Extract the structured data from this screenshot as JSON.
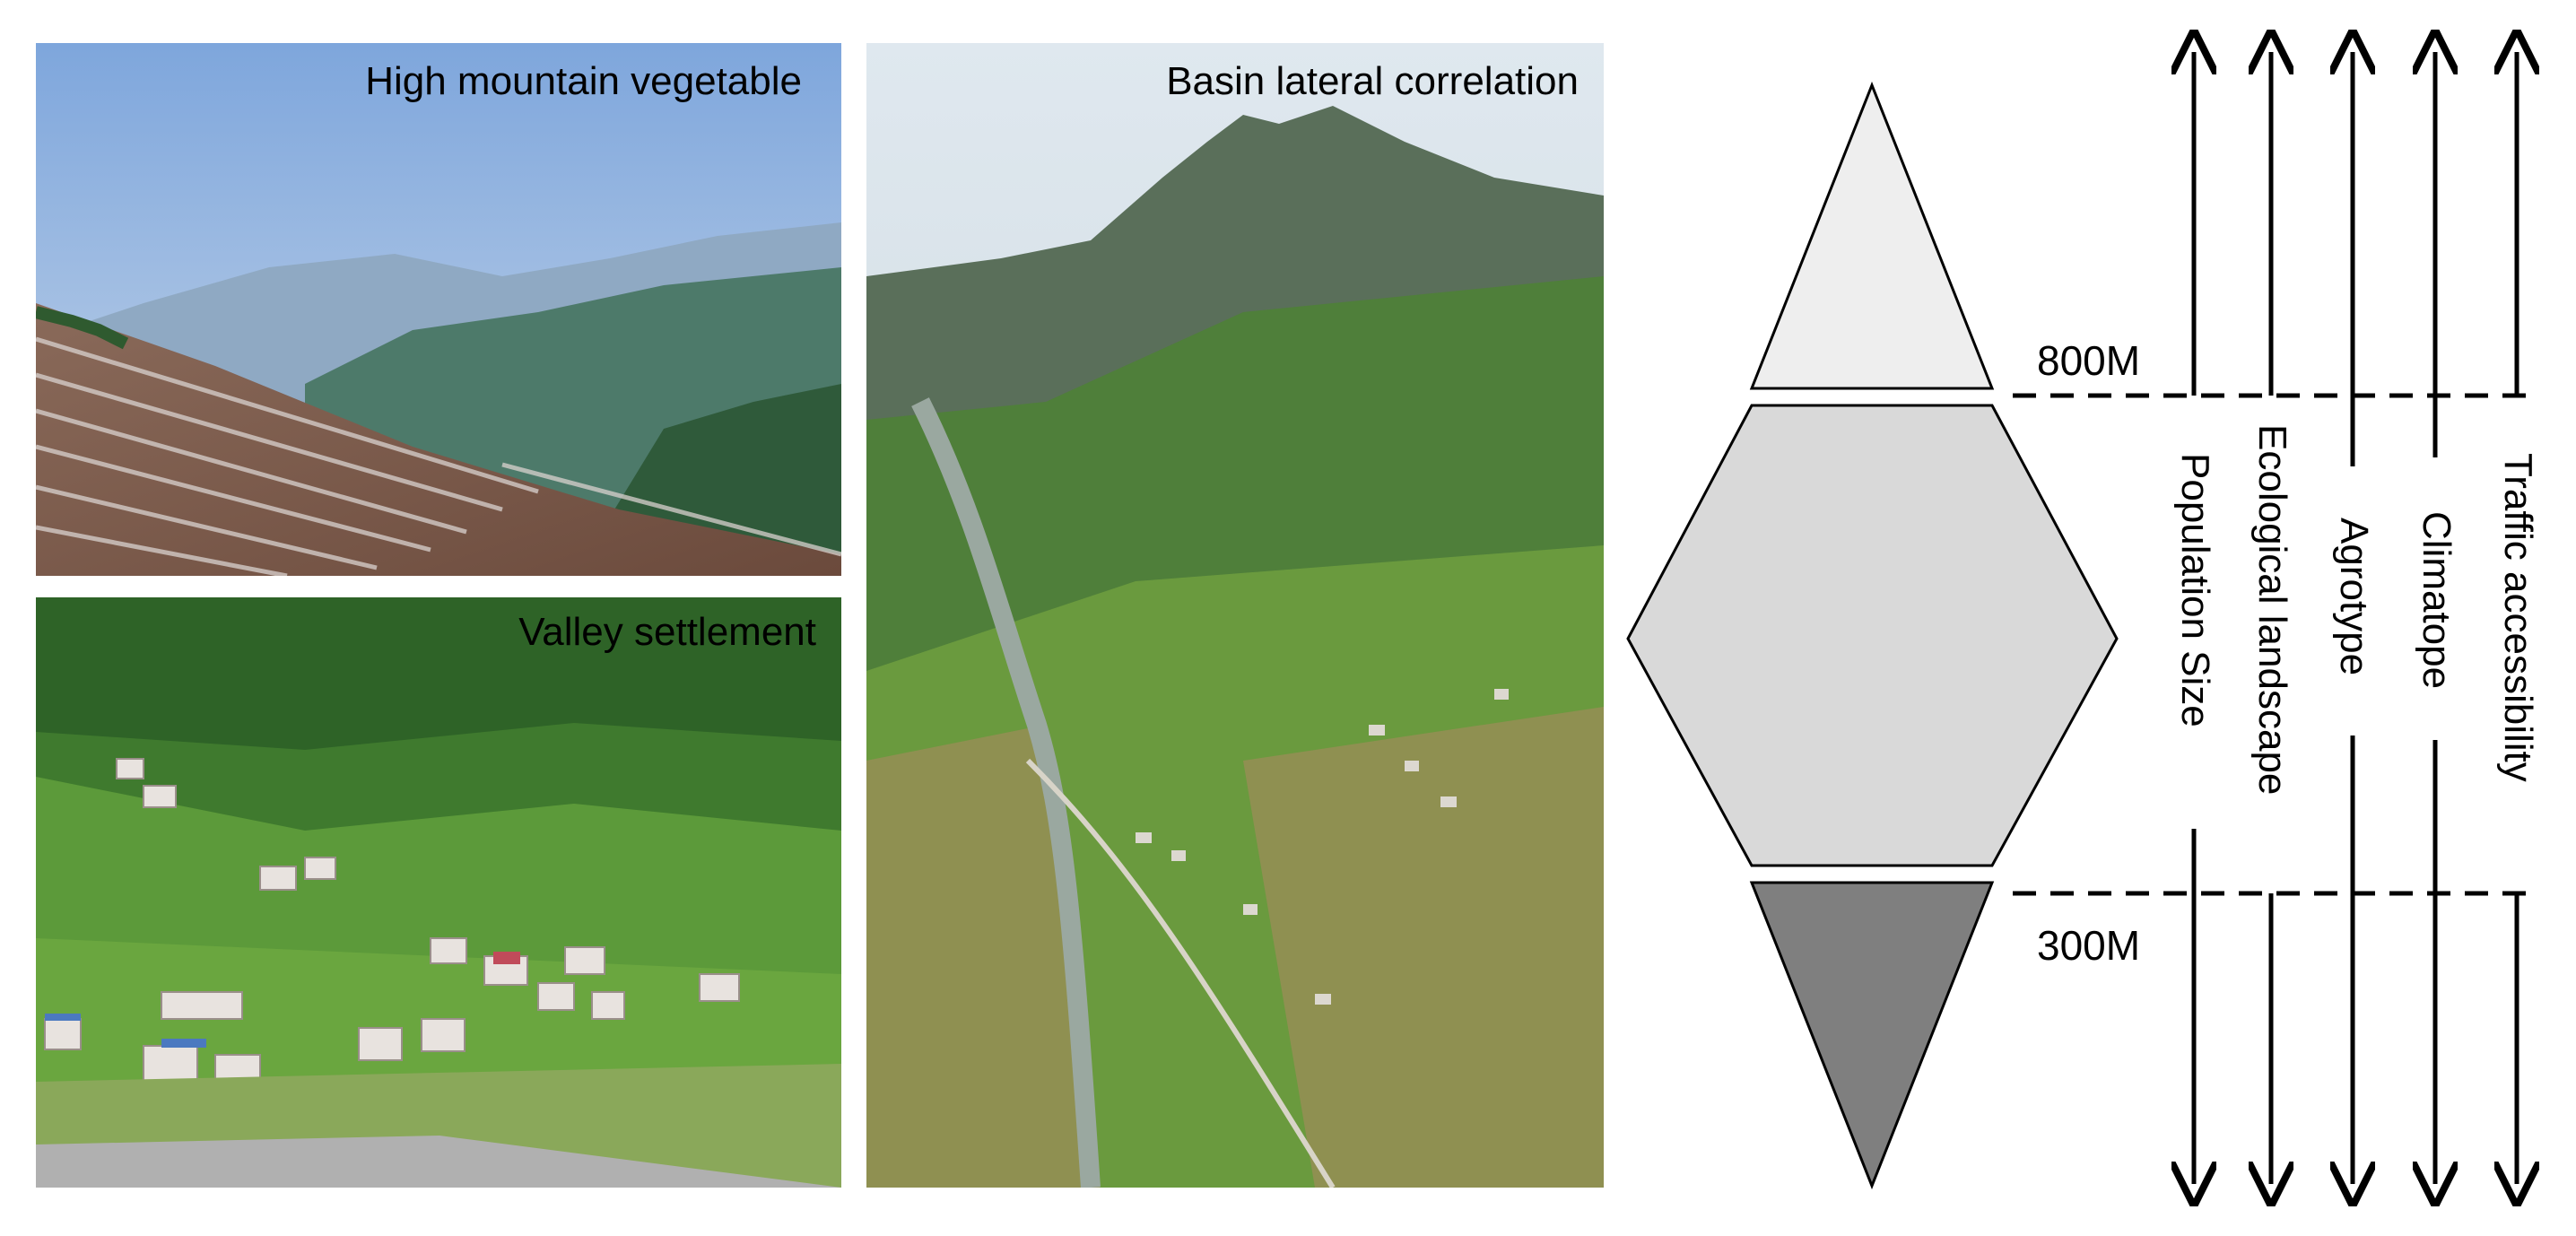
{
  "photos": {
    "high_mountain": {
      "label": "High mountain vegetable"
    },
    "valley": {
      "label": "Valley settlement"
    },
    "basin": {
      "label": "Basin lateral correlation"
    }
  },
  "diagram": {
    "upper_elevation": "800M",
    "lower_elevation": "300M",
    "factors": [
      {
        "label": "Population Size"
      },
      {
        "label": "Ecological landscape"
      },
      {
        "label": "Agrotype"
      },
      {
        "label": "Climatope"
      },
      {
        "label": "Traffic accessibility"
      }
    ],
    "colors": {
      "top_triangle": "#eeeeee",
      "hexagon": "#d9d9d9",
      "bottom_triangle": "#7f7f7f"
    }
  }
}
